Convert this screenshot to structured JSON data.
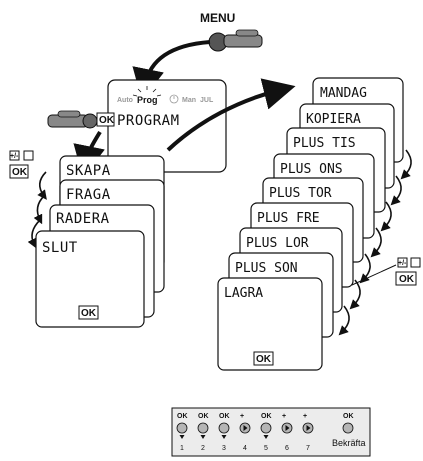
{
  "menu": {
    "label": "MENU"
  },
  "main_screen": {
    "modes": [
      "Auto",
      "Prog",
      "Man",
      "JUL"
    ],
    "ok_label": "OK",
    "title": "PROGRAM"
  },
  "left_stack": {
    "plusminus": "+/-",
    "ok_label": "OK",
    "items": [
      "SKAPA",
      "FRAGA",
      "RADERA",
      "SLUT"
    ],
    "bottom_ok": "OK"
  },
  "right_stack": {
    "items": [
      "MANDAG",
      "KOPIERA",
      "PLUS TIS",
      "PLUS ONS",
      "PLUS TOR",
      "PLUS FRE",
      "PLUS LOR",
      "PLUS SON",
      "LAGRA"
    ],
    "plusminus": "+/-",
    "ok_label": "OK",
    "bottom_ok": "OK"
  },
  "keypad": {
    "top_labels": [
      "OK",
      "OK",
      "OK",
      "+",
      "OK",
      "+",
      "+",
      "OK"
    ],
    "numbers": [
      "1",
      "2",
      "3",
      "4",
      "5",
      "6",
      "7"
    ],
    "confirm_label": "Bekräfta",
    "colors": {
      "button": "#b5b5b5",
      "panel": "#ececec"
    }
  }
}
